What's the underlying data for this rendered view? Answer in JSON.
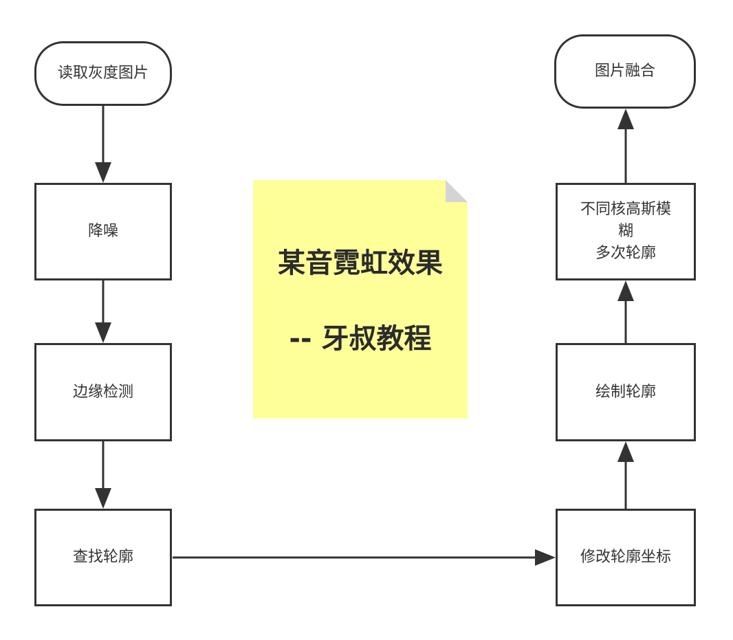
{
  "colors": {
    "stroke": "#333333",
    "node_fill": "#ffffff",
    "note_fill": "#ffff99",
    "note_fold": "#d4d4d4"
  },
  "nodes": {
    "read": "读取灰度图片",
    "denoise": "降噪",
    "edge": "边缘检测",
    "find": "查找轮廓",
    "modify": "修改轮廓坐标",
    "draw": "绘制轮廓",
    "blur": "不同核高斯模\n糊\n多次轮廓",
    "merge": "图片融合"
  },
  "note": {
    "title": "某音霓虹效果",
    "subtitle": "-- 牙叔教程"
  }
}
